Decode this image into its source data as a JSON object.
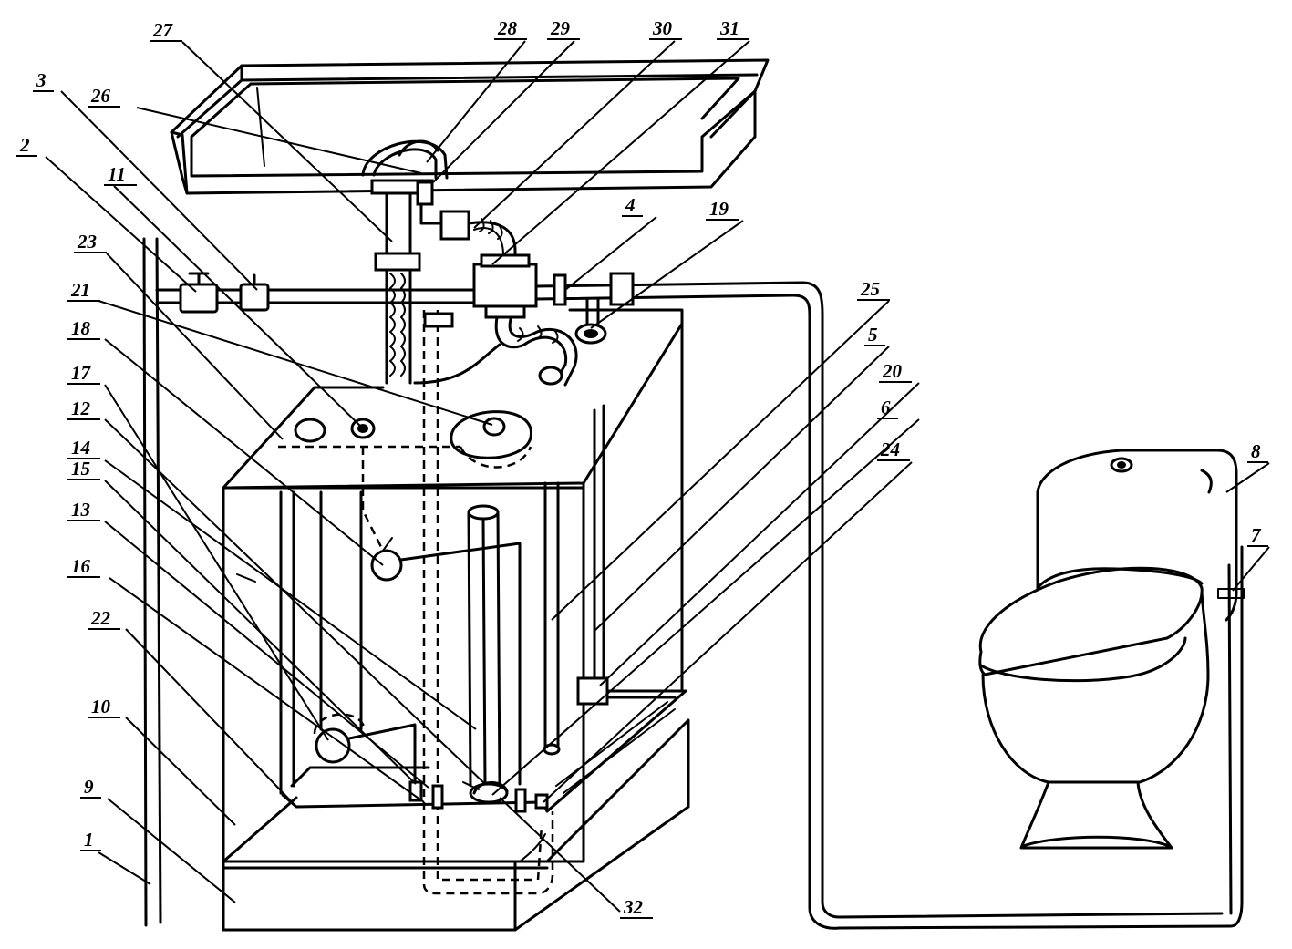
{
  "labels": [
    {
      "id": "1",
      "text": "1"
    },
    {
      "id": "2",
      "text": "2"
    },
    {
      "id": "3",
      "text": "3"
    },
    {
      "id": "4",
      "text": "4"
    },
    {
      "id": "5",
      "text": "5"
    },
    {
      "id": "6",
      "text": "6"
    },
    {
      "id": "7",
      "text": "7"
    },
    {
      "id": "8",
      "text": "8"
    },
    {
      "id": "9",
      "text": "9"
    },
    {
      "id": "10",
      "text": "10"
    },
    {
      "id": "11",
      "text": "11"
    },
    {
      "id": "12",
      "text": "12"
    },
    {
      "id": "13",
      "text": "13"
    },
    {
      "id": "14",
      "text": "14"
    },
    {
      "id": "15",
      "text": "15"
    },
    {
      "id": "16",
      "text": "16"
    },
    {
      "id": "17",
      "text": "17"
    },
    {
      "id": "18",
      "text": "18"
    },
    {
      "id": "19",
      "text": "19"
    },
    {
      "id": "20",
      "text": "20"
    },
    {
      "id": "21",
      "text": "21"
    },
    {
      "id": "22",
      "text": "22"
    },
    {
      "id": "23",
      "text": "23"
    },
    {
      "id": "24",
      "text": "24"
    },
    {
      "id": "25",
      "text": "25"
    },
    {
      "id": "26",
      "text": "26"
    },
    {
      "id": "27",
      "text": "27"
    },
    {
      "id": "28",
      "text": "28"
    },
    {
      "id": "29",
      "text": "29"
    },
    {
      "id": "30",
      "text": "30"
    },
    {
      "id": "31",
      "text": "31"
    },
    {
      "id": "32",
      "text": "32"
    }
  ]
}
